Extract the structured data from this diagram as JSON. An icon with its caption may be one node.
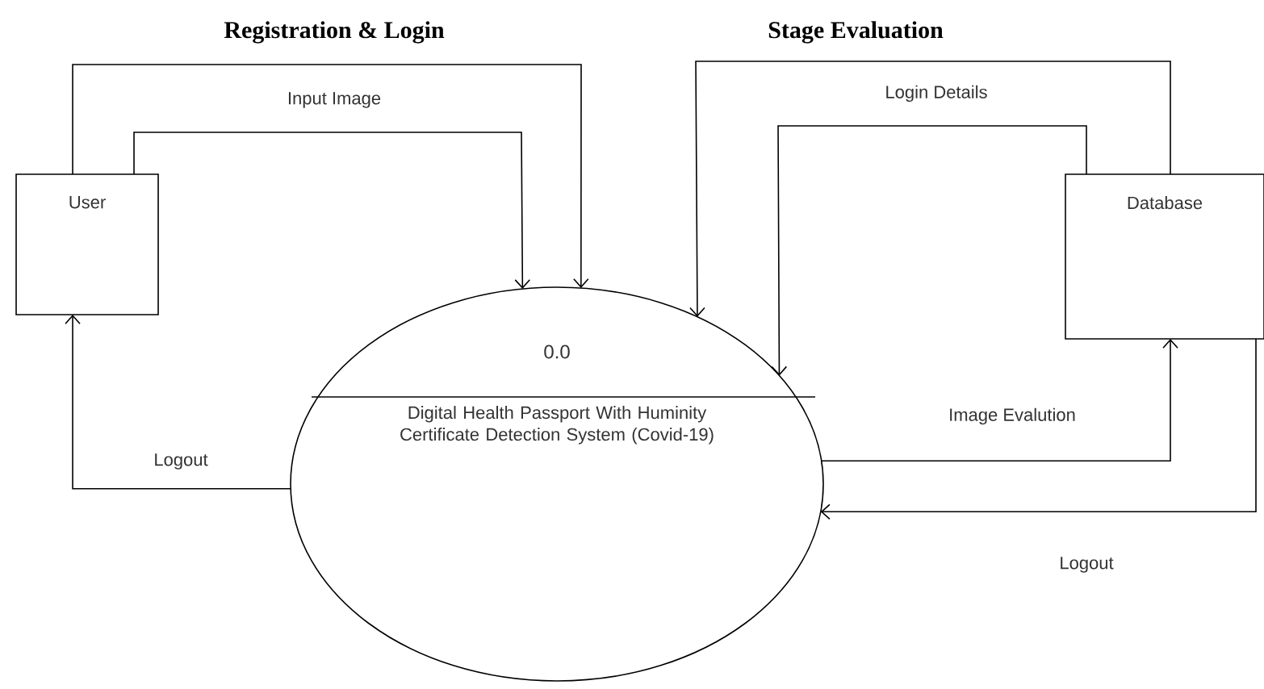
{
  "diagram": {
    "nodes": [
      {
        "text": [
          "User"
        ]
      },
      {
        "text": [
          "0.0",
          "Digital Health Passport With Huminity Certificate Detection System (Covid-19)"
        ]
      },
      {
        "text": [
          "Database"
        ]
      }
    ],
    "edges": [
      {
        "from": 0,
        "to": 1,
        "arrow": "to"
      },
      {
        "from": 0,
        "to": 1,
        "arrow": "to",
        "label": "Input Image"
      },
      {
        "from": 1,
        "to": 0,
        "arrow": "to",
        "label": "Logout"
      },
      {
        "from": 2,
        "to": 1,
        "arrow": "to"
      },
      {
        "from": 2,
        "to": 1,
        "arrow": "to",
        "label": "Login Details"
      },
      {
        "from": 1,
        "to": 2,
        "arrow": "to",
        "label": "Image Evalution"
      },
      {
        "from": 2,
        "to": 1,
        "arrow": "to",
        "label": "Logout"
      }
    ],
    "labels": [
      "Registration & Login",
      "Stage Evaluation"
    ]
  }
}
